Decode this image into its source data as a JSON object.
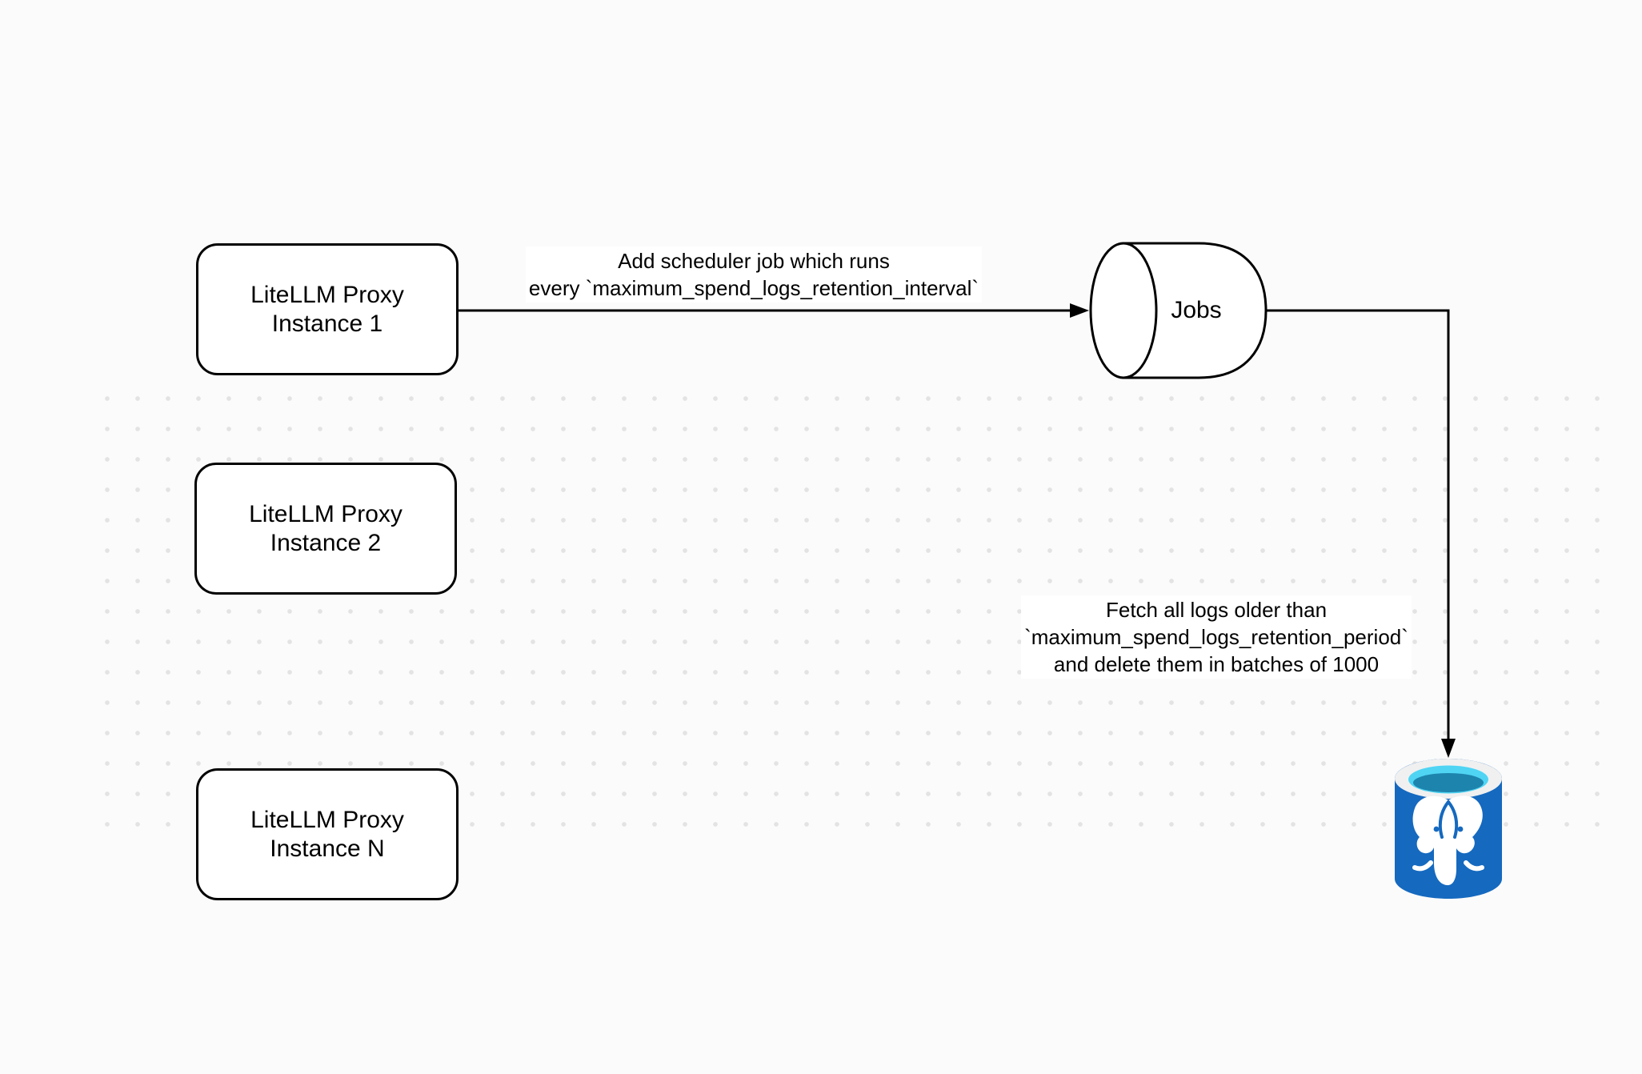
{
  "diagram": {
    "background": "#fbfbfb",
    "dot_color": "#e3e3e3",
    "nodes": {
      "proxy_boxes": [
        {
          "line1": "LiteLLM Proxy",
          "line2": "Instance 1"
        },
        {
          "line1": "LiteLLM Proxy",
          "line2": "Instance 2"
        },
        {
          "line1": "LiteLLM Proxy",
          "line2": "Instance N"
        }
      ],
      "jobs": {
        "label": "Jobs",
        "shape": "horizontal-cylinder"
      },
      "postgres": {
        "icon": "postgresql-database-icon",
        "body_color": "#1569bf",
        "rim_color": "#f0f0f0",
        "opening_color": "#4fd4f4",
        "depth_color": "#1d84ad",
        "elephant_color": "#ffffff"
      }
    },
    "edges": {
      "scheduler": {
        "line1": "Add scheduler job which runs",
        "line2": "every `maximum_spend_logs_retention_interval`"
      },
      "fetch": {
        "line1": "Fetch all logs older than",
        "line2": "`maximum_spend_logs_retention_period`",
        "line3": "and delete them in batches of 1000"
      }
    },
    "stroke_color": "#000000"
  }
}
